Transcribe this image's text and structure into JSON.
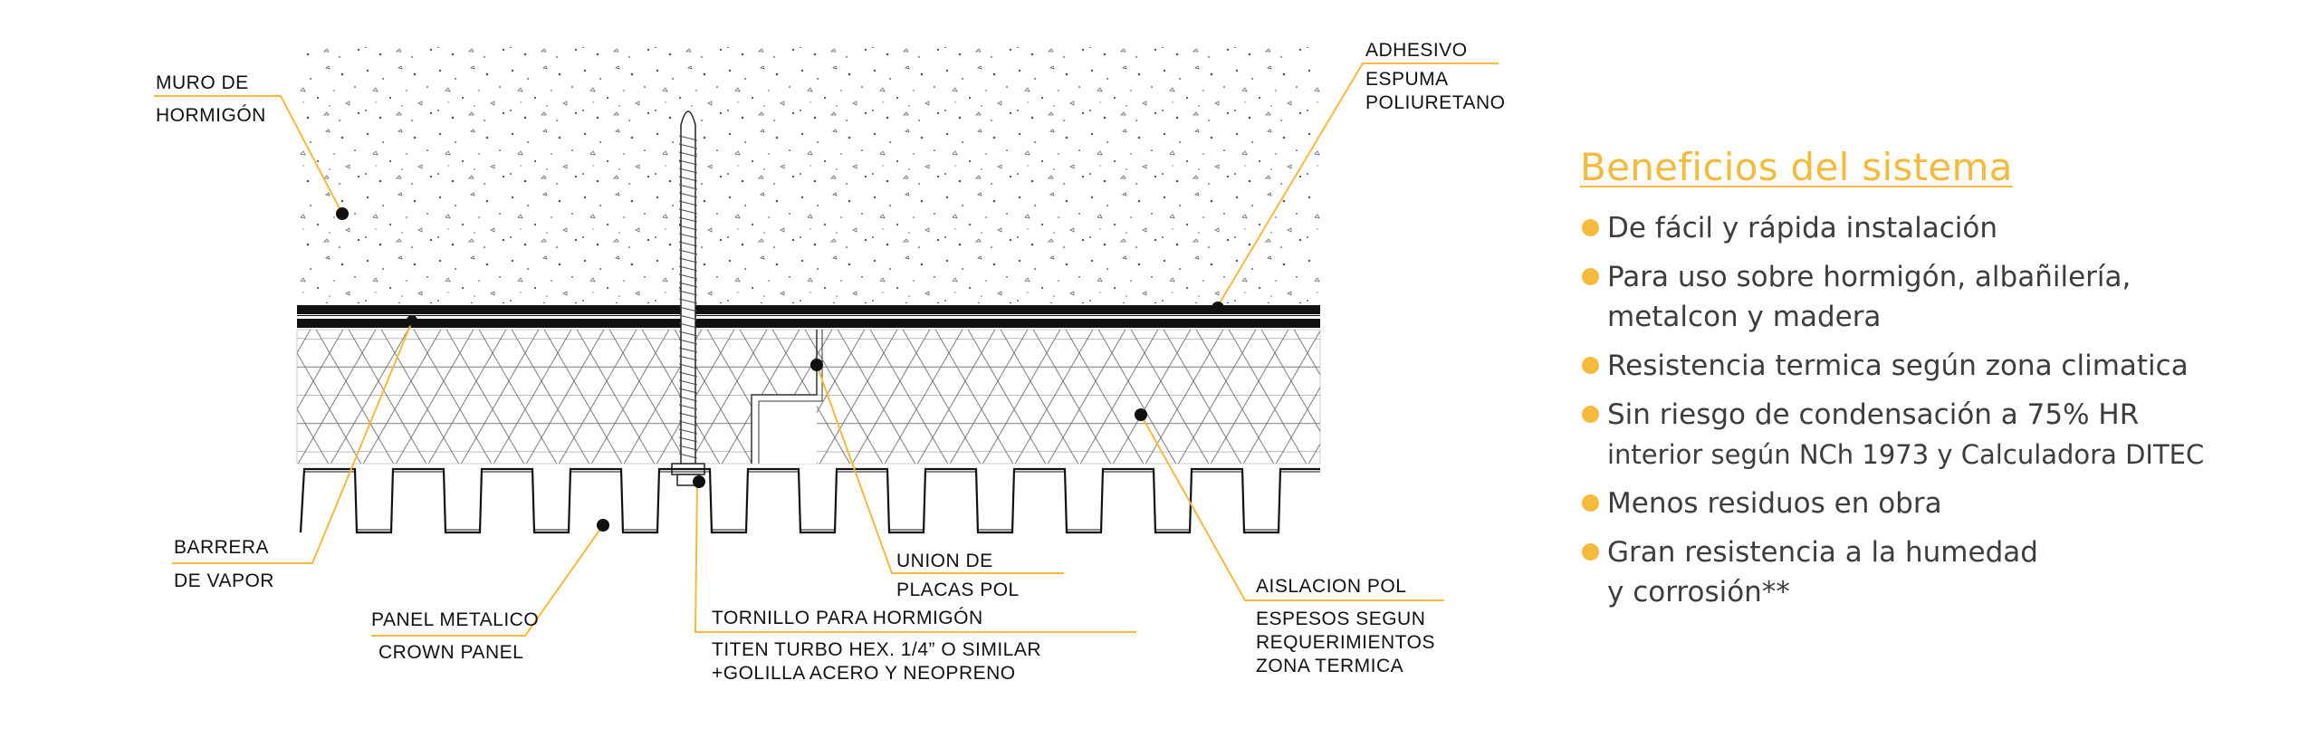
{
  "labels": {
    "muro_de": "MURO DE",
    "hormigon": "HORMIGÓN",
    "adhesivo": "ADHESIVO",
    "espuma": "ESPUMA",
    "poliuretano": "POLIURETANO",
    "barrera": "BARRERA",
    "de_vapor": "DE VAPOR",
    "panel_metalico": "PANEL METALICO",
    "crown_panel": "CROWN PANEL",
    "tornillo": "TORNILLO PARA HORMIGÓN",
    "titen": "TITEN TURBO HEX. 1/4” O SIMILAR",
    "golilla": "+GOLILLA ACERO Y NEOPRENO",
    "union_de": "UNION DE",
    "placas_pol": "PLACAS POL",
    "aislacion_pol": "AISLACION POL",
    "espesos": "ESPESOS SEGUN",
    "requerimientos": "REQUERIMIENTOS",
    "zona_termica": "ZONA TERMICA"
  },
  "colors": {
    "accent": "#f5b93b",
    "text_dark": "#3d3d3d",
    "drawing": "#111111"
  },
  "icons": {
    "bullet": "filled-circle"
  },
  "benefits": {
    "title": "Beneficios del sistema",
    "items": [
      {
        "lines": [
          "De fácil y rápida instalación"
        ]
      },
      {
        "lines": [
          "Para uso sobre hormigón, albañilería,",
          "metalcon y madera"
        ]
      },
      {
        "lines": [
          "Resistencia termica según zona climatica"
        ]
      },
      {
        "lines": [
          "Sin riesgo de condensación a 75% HR",
          "interior según NCh 1973 y Calculadora DITEC"
        ]
      },
      {
        "lines": [
          "Menos residuos en obra"
        ]
      },
      {
        "lines": [
          "Gran resistencia a la humedad",
          "y corrosión**"
        ]
      }
    ]
  }
}
